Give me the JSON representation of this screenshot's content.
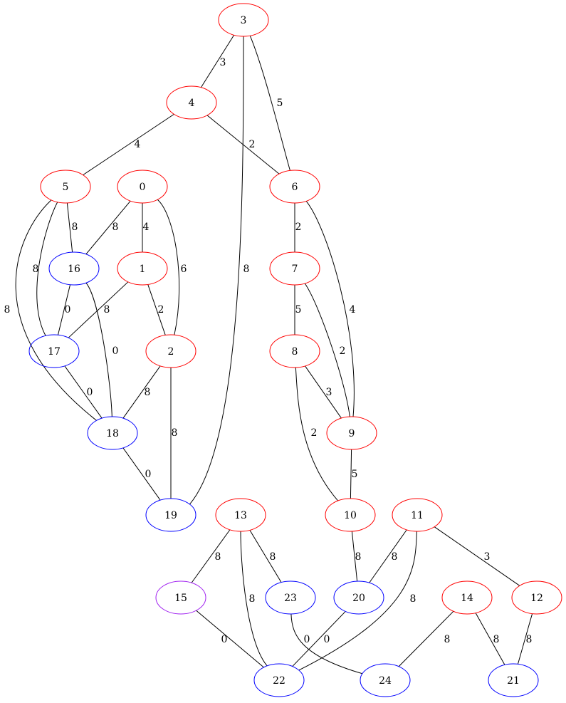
{
  "graph": {
    "colors": {
      "red": "#ff0000",
      "blue": "#0000ff",
      "purple": "#a020f0",
      "edge": "#000000"
    },
    "nodes": [
      {
        "id": "3",
        "label": "3",
        "color": "red"
      },
      {
        "id": "4",
        "label": "4",
        "color": "red"
      },
      {
        "id": "5",
        "label": "5",
        "color": "red"
      },
      {
        "id": "0",
        "label": "0",
        "color": "red"
      },
      {
        "id": "6",
        "label": "6",
        "color": "red"
      },
      {
        "id": "16",
        "label": "16",
        "color": "blue"
      },
      {
        "id": "1",
        "label": "1",
        "color": "red"
      },
      {
        "id": "7",
        "label": "7",
        "color": "red"
      },
      {
        "id": "17",
        "label": "17",
        "color": "blue"
      },
      {
        "id": "2",
        "label": "2",
        "color": "red"
      },
      {
        "id": "8",
        "label": "8",
        "color": "red"
      },
      {
        "id": "18",
        "label": "18",
        "color": "blue"
      },
      {
        "id": "9",
        "label": "9",
        "color": "red"
      },
      {
        "id": "19",
        "label": "19",
        "color": "blue"
      },
      {
        "id": "13",
        "label": "13",
        "color": "red"
      },
      {
        "id": "10",
        "label": "10",
        "color": "red"
      },
      {
        "id": "11",
        "label": "11",
        "color": "red"
      },
      {
        "id": "15",
        "label": "15",
        "color": "purple"
      },
      {
        "id": "23",
        "label": "23",
        "color": "blue"
      },
      {
        "id": "20",
        "label": "20",
        "color": "blue"
      },
      {
        "id": "14",
        "label": "14",
        "color": "red"
      },
      {
        "id": "12",
        "label": "12",
        "color": "red"
      },
      {
        "id": "22",
        "label": "22",
        "color": "blue"
      },
      {
        "id": "24",
        "label": "24",
        "color": "blue"
      },
      {
        "id": "21",
        "label": "21",
        "color": "blue"
      }
    ],
    "edges": [
      {
        "from": "3",
        "to": "4",
        "weight": "3"
      },
      {
        "from": "3",
        "to": "6",
        "weight": "5"
      },
      {
        "from": "3",
        "to": "19",
        "weight": "8"
      },
      {
        "from": "4",
        "to": "5",
        "weight": "4"
      },
      {
        "from": "4",
        "to": "6",
        "weight": "2"
      },
      {
        "from": "5",
        "to": "16",
        "weight": "8"
      },
      {
        "from": "5",
        "to": "17",
        "weight": "8"
      },
      {
        "from": "5",
        "to": "18",
        "weight": "8"
      },
      {
        "from": "0",
        "to": "16",
        "weight": "8"
      },
      {
        "from": "0",
        "to": "1",
        "weight": "4"
      },
      {
        "from": "0",
        "to": "2",
        "weight": "6"
      },
      {
        "from": "6",
        "to": "7",
        "weight": "2"
      },
      {
        "from": "6",
        "to": "9",
        "weight": "4"
      },
      {
        "from": "16",
        "to": "17",
        "weight": "0"
      },
      {
        "from": "16",
        "to": "18",
        "weight": "0"
      },
      {
        "from": "1",
        "to": "17",
        "weight": "8"
      },
      {
        "from": "1",
        "to": "2",
        "weight": "2"
      },
      {
        "from": "7",
        "to": "8",
        "weight": "5"
      },
      {
        "from": "7",
        "to": "9",
        "weight": "2"
      },
      {
        "from": "17",
        "to": "18",
        "weight": "0"
      },
      {
        "from": "2",
        "to": "18",
        "weight": "8"
      },
      {
        "from": "2",
        "to": "19",
        "weight": "8"
      },
      {
        "from": "8",
        "to": "9",
        "weight": "3"
      },
      {
        "from": "8",
        "to": "10",
        "weight": "2"
      },
      {
        "from": "18",
        "to": "19",
        "weight": "0"
      },
      {
        "from": "9",
        "to": "10",
        "weight": "5"
      },
      {
        "from": "13",
        "to": "15",
        "weight": "8"
      },
      {
        "from": "13",
        "to": "23",
        "weight": "8"
      },
      {
        "from": "13",
        "to": "22",
        "weight": "8"
      },
      {
        "from": "10",
        "to": "20",
        "weight": "8"
      },
      {
        "from": "11",
        "to": "20",
        "weight": "8"
      },
      {
        "from": "11",
        "to": "12",
        "weight": "3"
      },
      {
        "from": "11",
        "to": "22",
        "weight": "8"
      },
      {
        "from": "15",
        "to": "22",
        "weight": "0"
      },
      {
        "from": "23",
        "to": "24",
        "weight": "0"
      },
      {
        "from": "20",
        "to": "22",
        "weight": "0"
      },
      {
        "from": "14",
        "to": "24",
        "weight": "8"
      },
      {
        "from": "14",
        "to": "21",
        "weight": "8"
      },
      {
        "from": "12",
        "to": "21",
        "weight": "8"
      }
    ]
  }
}
